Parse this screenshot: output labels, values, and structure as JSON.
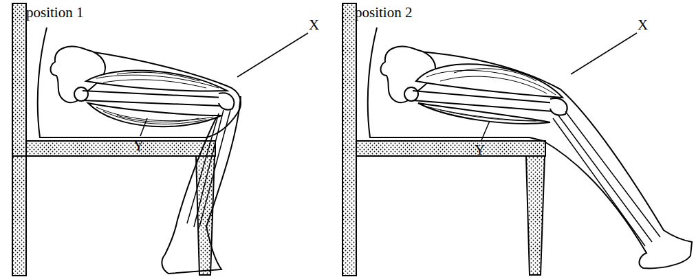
{
  "diagram": {
    "labels": [
      "position 1",
      "X",
      "Y",
      "position 2",
      "X",
      "Y"
    ]
  }
}
